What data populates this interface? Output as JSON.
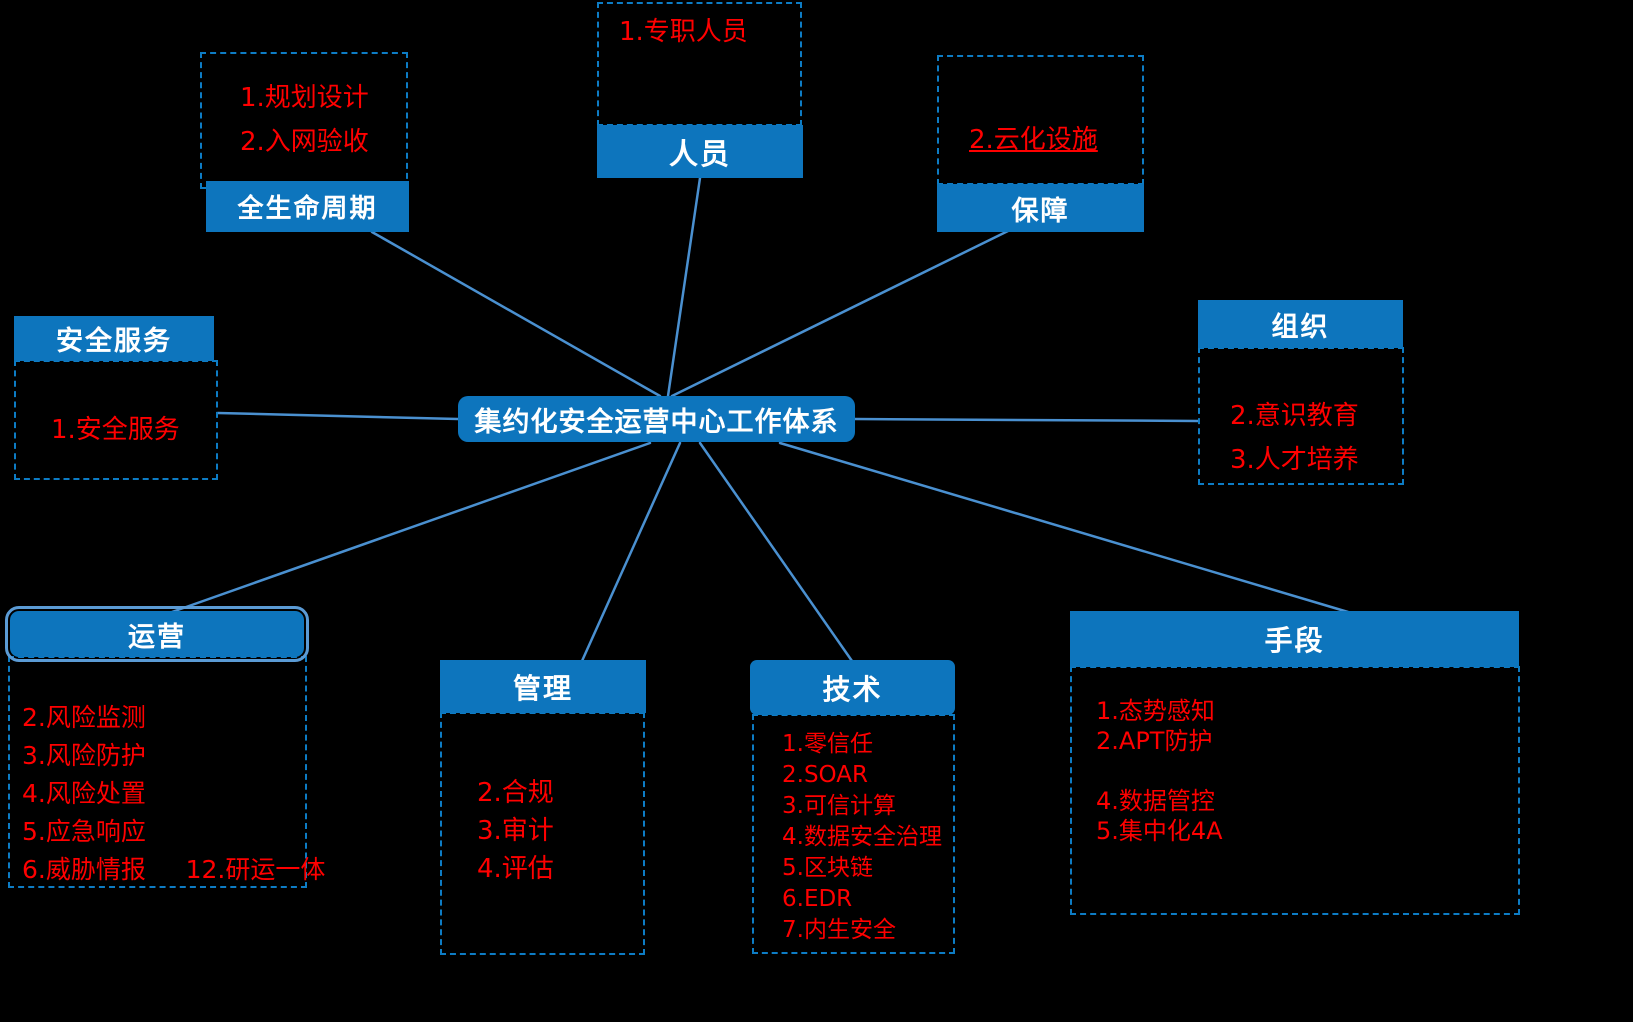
{
  "diagram": {
    "title": "集约化安全运营中心工作体系",
    "background": "#000000",
    "colors": {
      "node_fill": "#0d75bd",
      "node_text": "#ffffff",
      "panel_border": "#0d7cc4",
      "panel_text": "#ff0000",
      "connector": "#4a90d0",
      "selection_outline": "#5b9bd5"
    }
  },
  "center": {
    "label": "集约化安全运营中心工作体系"
  },
  "nodes": {
    "lifecycle": {
      "label": "全生命周期",
      "items": [
        "1.规划设计",
        "2.入网验收"
      ]
    },
    "personnel": {
      "label": "人员",
      "items": [
        "1.专职人员"
      ]
    },
    "assurance": {
      "label": "保障",
      "items": [
        "2.云化设施"
      ]
    },
    "security_service": {
      "label": "安全服务",
      "items": [
        "1.安全服务"
      ]
    },
    "organization": {
      "label": "组织",
      "items": [
        "2.意识教育",
        "3.人才培养"
      ]
    },
    "operation": {
      "label": "运营",
      "items": [
        "2.风险监测",
        "3.风险防护",
        "4.风险处置",
        "5.应急响应",
        "6.威胁情报     12.研运一体"
      ]
    },
    "management": {
      "label": "管理",
      "items": [
        "2.合规",
        "3.审计",
        "4.评估"
      ]
    },
    "technology": {
      "label": "技术",
      "items": [
        "1.零信任",
        "2.SOAR",
        "3.可信计算",
        "4.数据安全治理",
        "5.区块链",
        "6.EDR",
        "7.内生安全"
      ]
    },
    "means": {
      "label": "手段",
      "items": [
        "1.态势感知",
        "2.APT防护",
        "",
        "4.数据管控",
        "5.集中化4A"
      ]
    }
  }
}
